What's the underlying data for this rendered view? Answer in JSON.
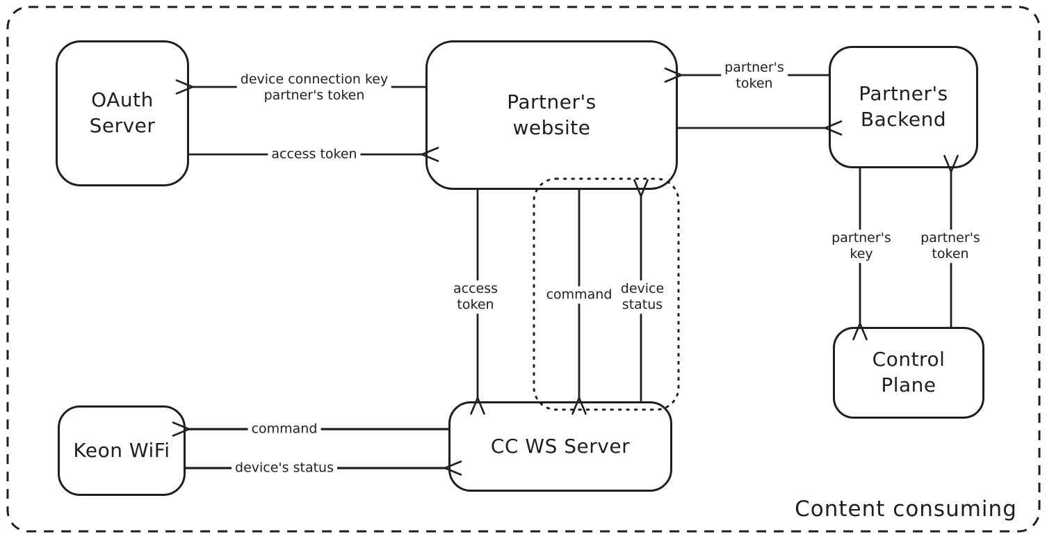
{
  "diagram": {
    "group_label": "Content consuming",
    "stroke_color": "#1e1e1e",
    "background_color": "#ffffff",
    "nodes": {
      "oauth_server": {
        "line1": "OAuth",
        "line2": "Server"
      },
      "partners_website": {
        "line1": "Partner's",
        "line2": "website"
      },
      "partners_backend": {
        "line1": "Partner's",
        "line2": "Backend"
      },
      "control_plane": {
        "line1": "Control",
        "line2": "Plane"
      },
      "keon_wifi": {
        "label": "Keon WiFi"
      },
      "cc_ws_server": {
        "label": "CC WS Server"
      }
    },
    "edges": {
      "website_to_oauth": {
        "line1": "device connection key",
        "line2": "partner's token"
      },
      "oauth_to_website": {
        "label": "access token"
      },
      "backend_to_website": {
        "line1": "partner's",
        "line2": "token"
      },
      "website_to_ccws_token": {
        "line1": "access",
        "line2": "token"
      },
      "website_to_ccws_command": {
        "label": "command"
      },
      "ccws_to_website_status": {
        "line1": "device",
        "line2": "status"
      },
      "backend_to_control": {
        "line1": "partner's",
        "line2": "key"
      },
      "control_to_backend": {
        "line1": "partner's",
        "line2": "token"
      },
      "ccws_to_keon": {
        "label": "command"
      },
      "keon_to_ccws": {
        "label": "device's status"
      }
    }
  }
}
